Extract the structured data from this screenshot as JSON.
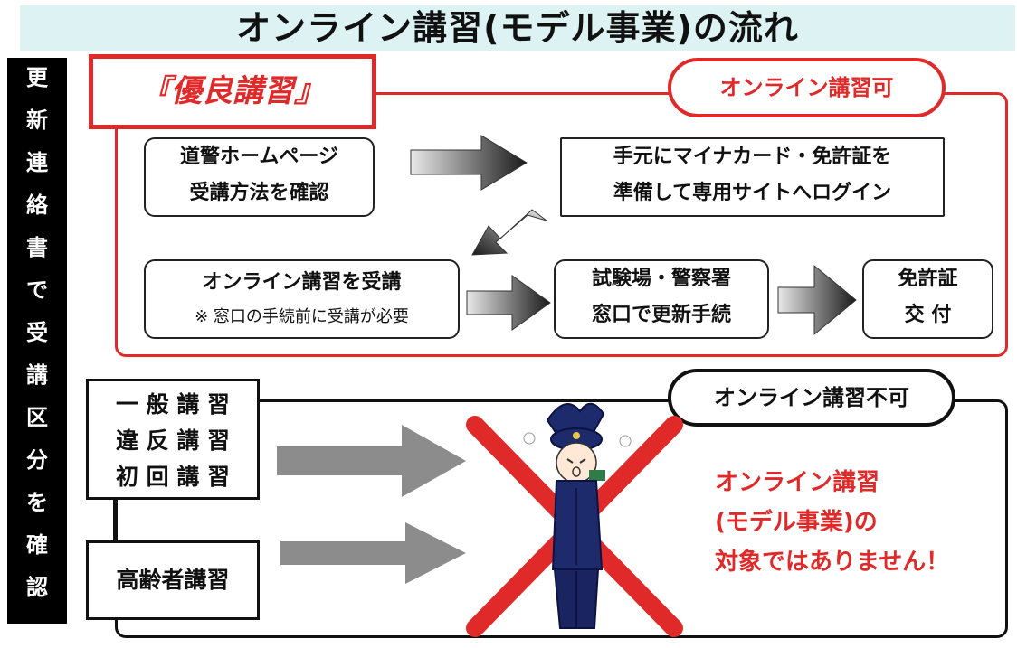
{
  "title": "オンライン講習(モデル事業)の流れ",
  "side_label": [
    "更",
    "新",
    "連",
    "絡",
    "書",
    "で",
    "受",
    "講",
    "区",
    "分",
    "を",
    "確",
    "認"
  ],
  "top_section": {
    "course_label": "『優良講習』",
    "badge": "オンライン講習可",
    "steps": [
      {
        "lines": [
          "道警ホームページ",
          "受講方法を確認"
        ]
      },
      {
        "lines": [
          "手元にマイナカード・免許証を",
          "準備して専用サイトへログイン"
        ]
      },
      {
        "lines": [
          "オンライン講習を受講"
        ],
        "note": "※ 窓口の手続前に受講が必要"
      },
      {
        "lines": [
          "試験場・警察署",
          "窓口で更新手続"
        ]
      },
      {
        "lines": [
          "免許証",
          "交 付"
        ]
      }
    ]
  },
  "bottom_section": {
    "badge": "オンライン講習不可",
    "courses_group": [
      "一 般 講 習",
      "違 反 講 習",
      "初 回 講 習"
    ],
    "elderly_course": "高齢者講習",
    "message": [
      "オンライン講習",
      "(モデル事業)の",
      "対象ではありません！"
    ]
  },
  "colors": {
    "accent_red": "#e02a2a",
    "title_bg": "#ddf3f3",
    "side_bg": "#000000"
  }
}
